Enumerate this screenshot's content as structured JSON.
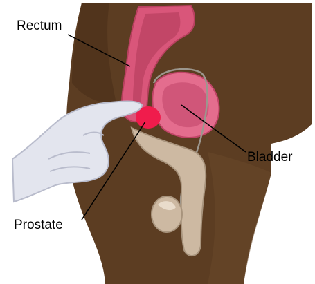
{
  "labels": {
    "rectum": "Rectum",
    "bladder": "Bladder",
    "prostate": "Prostate"
  },
  "colors": {
    "skin": "#5c3d22",
    "skin_shade": "#4a2f19",
    "rectum": "#d9567a",
    "rectum_inner": "#b8405f",
    "bladder": "#e46d8e",
    "bladder_inner": "#c04467",
    "prostate": "#f01c4c",
    "glove": "#e3e5ee",
    "glove_shadow": "#b9bccc",
    "penis": "#cdb9a2",
    "duct": "#9c978e",
    "leader": "#000000"
  },
  "icons": {
    "glove": "gloved-hand-icon"
  }
}
